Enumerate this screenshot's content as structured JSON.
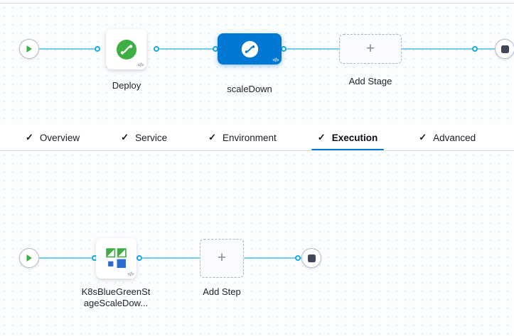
{
  "ui": {
    "code_badge": "</>",
    "plus": "+",
    "check": "✓"
  },
  "colors": {
    "accent_blue": "#0278d5",
    "edge_blue": "#6fcdf2",
    "green": "#3cb043",
    "stop_gray": "#42465a"
  },
  "stage_canvas": {
    "stages": [
      {
        "label": "Deploy",
        "icon": "cd-stage-icon",
        "selected": false
      },
      {
        "label": "scaleDown",
        "icon": "cd-stage-icon",
        "selected": true
      }
    ],
    "add_stage_label": "Add Stage"
  },
  "tab_bar": {
    "tabs": [
      {
        "label": "Overview",
        "checked": true,
        "active": false
      },
      {
        "label": "Service",
        "checked": true,
        "active": false
      },
      {
        "label": "Environment",
        "checked": true,
        "active": false
      },
      {
        "label": "Execution",
        "checked": true,
        "active": true
      },
      {
        "label": "Advanced",
        "checked": true,
        "active": false
      }
    ]
  },
  "step_canvas": {
    "steps": [
      {
        "label_line1": "K8sBlueGreenSt",
        "label_line2": "ageScaleDow...",
        "icon": "k8s-bluegreen-icon"
      }
    ],
    "add_step_label": "Add Step"
  }
}
